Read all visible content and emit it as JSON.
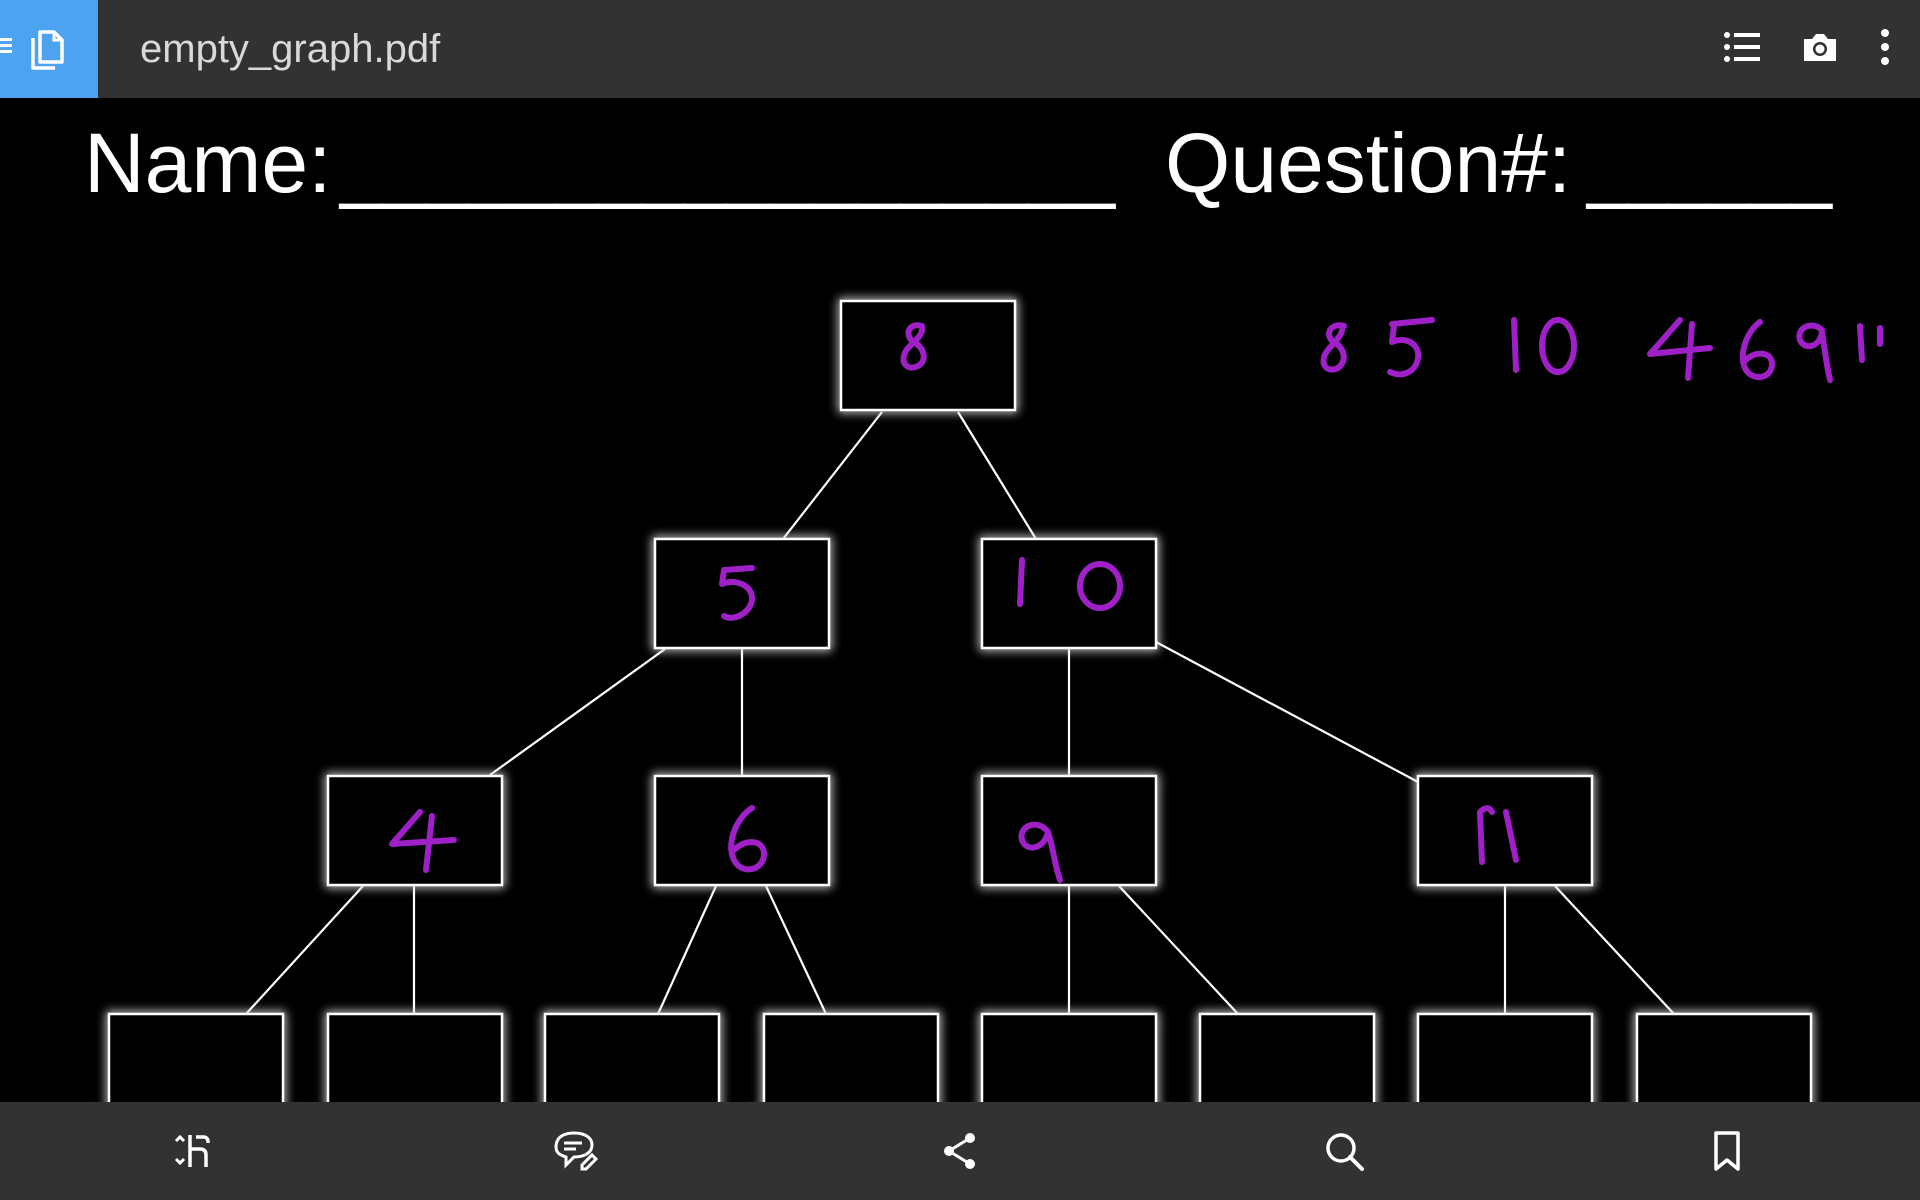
{
  "toolbar": {
    "file_name": "empty_graph.pdf",
    "icons": [
      "documents-icon",
      "outline-list-icon",
      "camera-icon",
      "more-vert-icon"
    ]
  },
  "worksheet": {
    "name_label": "Name:",
    "name_blank": "__________________",
    "question_label": "Question#:",
    "question_blank": "______"
  },
  "handwriting": {
    "insertion_sequence": "85 10 4 6 9 11",
    "color": "#a020c8"
  },
  "tree": {
    "root": "8",
    "level2": [
      "5",
      "10"
    ],
    "level3": [
      "4",
      "6",
      "9",
      "11"
    ],
    "level4": [
      "",
      "",
      "",
      "",
      "",
      "",
      "",
      ""
    ]
  },
  "bottom_nav": {
    "icons": [
      "reflow-icon",
      "annotate-icon",
      "share-icon",
      "search-icon",
      "bookmark-icon"
    ]
  },
  "colors": {
    "accent": "#4da3f0",
    "bar": "#323232",
    "ink": "#a020c8"
  }
}
